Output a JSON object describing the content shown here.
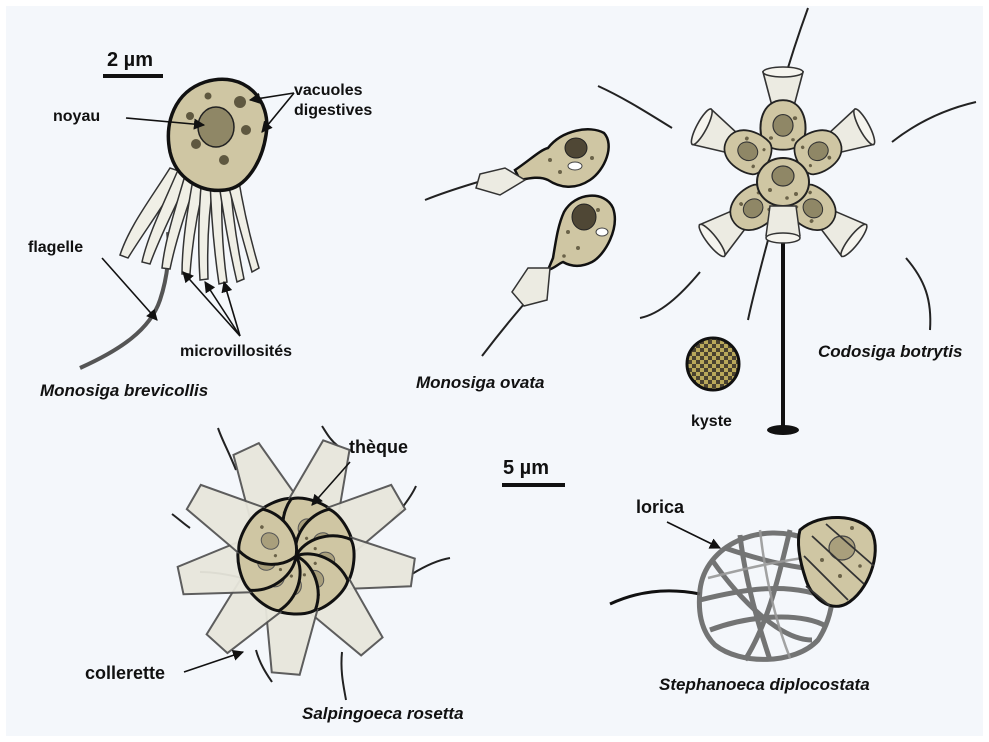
{
  "labels": {
    "scale_small": "2 µm",
    "scale_large": "5 µm",
    "vacuoles": "vacuoles\ndigestives",
    "noyau": "noyau",
    "flagelle": "flagelle",
    "microvillosites": "microvillosités",
    "kyste": "kyste",
    "theque": "thèque",
    "collerette": "collerette",
    "lorica": "lorica"
  },
  "species": {
    "monosiga_brevicollis": "Monosiga brevicollis",
    "monosiga_ovata": "Monosiga ovata",
    "codosiga_botrytis": "Codosiga botrytis",
    "salpingoeca_rosetta": "Salpingoeca rosetta",
    "stephanoeca_diplocostata": "Stephanoeca diplocostata"
  },
  "colors": {
    "background": "#f4f7fb",
    "cell_body": "#cfc6a3",
    "nucleus": "#8f8766",
    "vacuole": "#5f5840",
    "collar": "#ecebe2",
    "outline": "#111111"
  }
}
